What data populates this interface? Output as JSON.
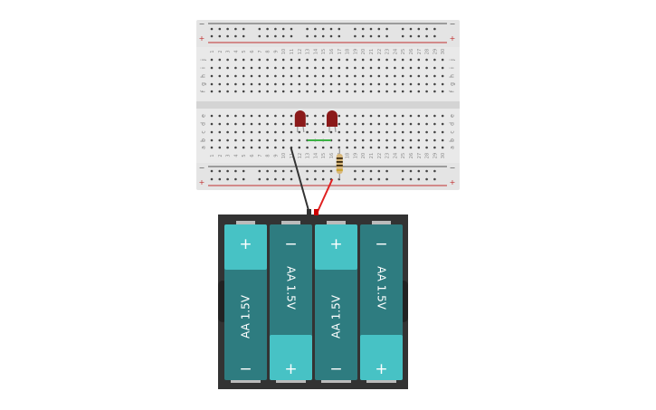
{
  "breadboard": {
    "columns": 30,
    "top_rows": [
      "j",
      "i",
      "h",
      "g",
      "f"
    ],
    "bottom_rows": [
      "e",
      "d",
      "c",
      "b",
      "a"
    ],
    "rail_minus": "−",
    "rail_plus": "+"
  },
  "components": {
    "leds": [
      {
        "color": "#8b1a1a",
        "column": 12
      },
      {
        "color": "#8b1a1a",
        "column": 16
      }
    ],
    "jumper_color": "#3bb143",
    "wire_black": "#333333",
    "wire_red": "#e02020"
  },
  "battery_pack": {
    "cells": [
      {
        "label": "AA 1.5V",
        "top": "+",
        "bottom": "−",
        "orientation": "up"
      },
      {
        "label": "AA 1.5V",
        "top": "−",
        "bottom": "+",
        "orientation": "down"
      },
      {
        "label": "AA 1.5V",
        "top": "+",
        "bottom": "−",
        "orientation": "up"
      },
      {
        "label": "AA 1.5V",
        "top": "−",
        "bottom": "+",
        "orientation": "down"
      }
    ],
    "colors": {
      "dark": "#2e7c80",
      "light": "#47c2c5",
      "case": "#333333"
    }
  }
}
